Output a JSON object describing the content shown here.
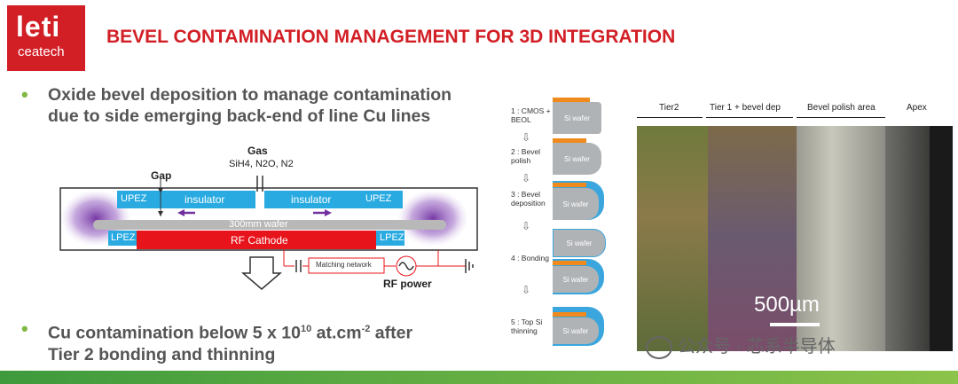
{
  "logo": {
    "line1": "leti",
    "line2": "ceatech"
  },
  "title": "BEVEL CONTAMINATION MANAGEMENT FOR 3D INTEGRATION",
  "bullets": [
    {
      "line1": "Oxide bevel deposition to manage contamination",
      "line2": "due to side emerging back-end of line Cu lines"
    },
    {
      "line1a": "Cu contamination below 5 x 10",
      "sup1": "10",
      "line1b": " at.cm",
      "sup2": "-2",
      "line1c": " after",
      "line2": "Tier 2 bonding and thinning"
    }
  ],
  "chamber": {
    "gas_label": "Gas",
    "gas_species": "SiH4, N2O, N2",
    "gap_label": "Gap",
    "upez": "UPEZ",
    "lpez": "LPEZ",
    "insulator": "insulator",
    "wafer": "300mm wafer",
    "cathode": "RF Cathode",
    "matching": "Matching network",
    "rfpower": "RF power"
  },
  "steps": [
    {
      "label": "1 : CMOS + BEOL",
      "wafer": "Si wafer"
    },
    {
      "label": "2 : Bevel polish",
      "wafer": "Si wafer"
    },
    {
      "label": "3 : Bevel deposition",
      "wafer": "Si wafer"
    },
    {
      "label": "4 : Bonding",
      "wafer": "Si wafer",
      "wafer2": "Si wafer"
    },
    {
      "label": "5 : Top Si thinning",
      "wafer": "Si wafer"
    }
  ],
  "micro": {
    "tier2": "Tier2",
    "tier1": "Tier 1 + bevel dep",
    "polish": "Bevel polish area",
    "apex": "Apex",
    "scale": "500µm"
  },
  "watermark": "公众号 · 芯系半导体",
  "colors": {
    "brand": "#d21f26",
    "bullet": "#7fb843",
    "cathode": "#e8141b",
    "upez": "#29abe2",
    "purple": "#7030a0"
  }
}
